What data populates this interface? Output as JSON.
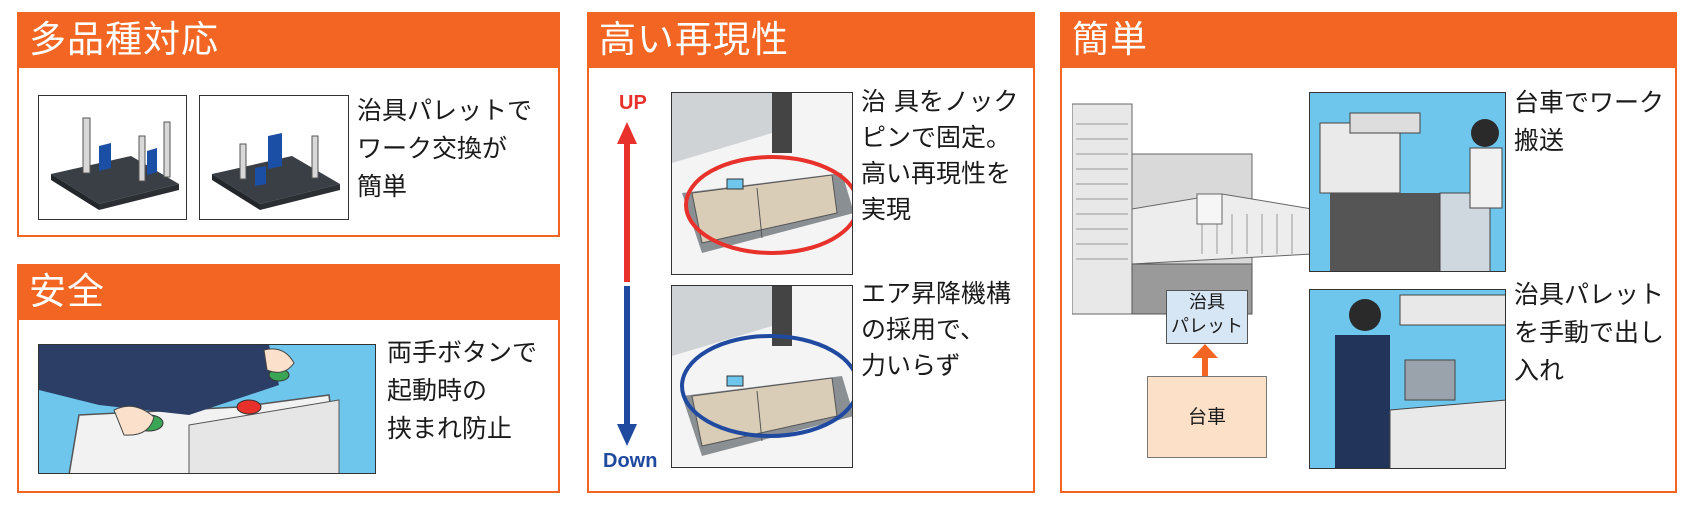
{
  "colors": {
    "accent": "#f26522",
    "arrow_up": "#e8312a",
    "arrow_down": "#1f4aa0",
    "sky": "#6ec6ec",
    "cart_fill": "#fde0c8"
  },
  "panel1": {
    "title": "多品種対応",
    "text": [
      "治具パレットで",
      "ワーク交換が",
      "簡単"
    ]
  },
  "panel2": {
    "title": "安全",
    "text": [
      "両手ボタンで",
      "起動時の",
      "挟まれ防止"
    ]
  },
  "panel3": {
    "title": "高い再現性",
    "up_label": "UP",
    "down_label": "Down",
    "text_top": [
      "治 具をノック",
      "ピンで固定。",
      "高い再現性を",
      "実現"
    ],
    "text_bottom": [
      "エア昇降機構",
      "の採用で、",
      "力いらず"
    ]
  },
  "panel4": {
    "title": "簡単",
    "pallet_label": [
      "治具",
      "パレット"
    ],
    "cart_label": "台車",
    "text_top": [
      "台車でワーク",
      "搬送"
    ],
    "text_bottom": [
      "治具パレット",
      "を手動で出し",
      "入れ"
    ]
  },
  "icons": [
    "jig-pallet-illustration",
    "two-hand-button-illustration",
    "knock-pin-illustration",
    "cmm-machine-illustration",
    "cart-transport-photo",
    "manual-loading-photo"
  ]
}
